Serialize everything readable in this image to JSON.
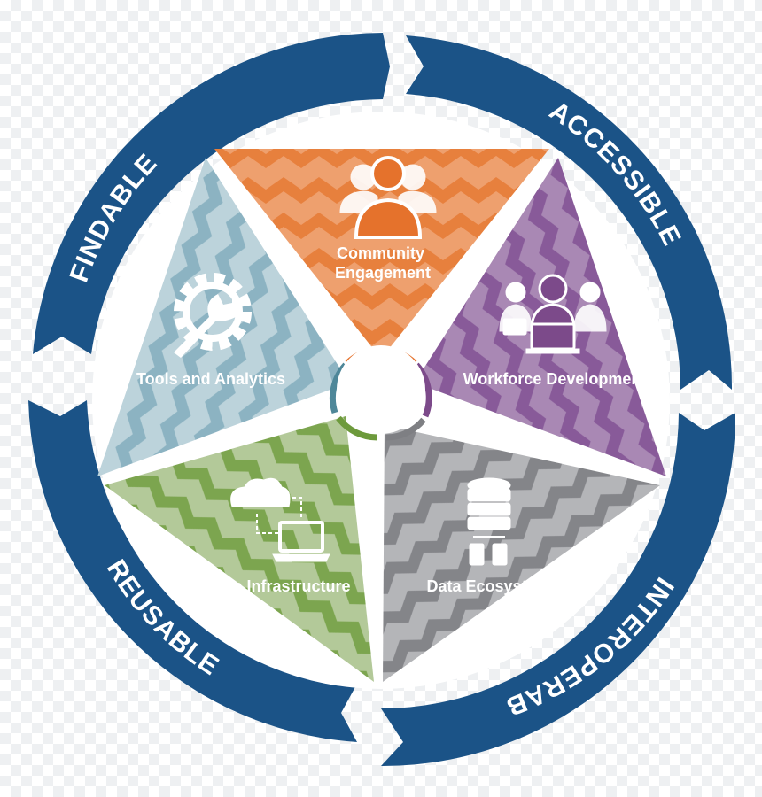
{
  "colors": {
    "ring": "#1b5387",
    "community": "#e5722c",
    "workforce": "#7c4a8a",
    "ecosystem": "#7e7f83",
    "infrastructure": "#6d9a3c",
    "tools": "#7fa8b6"
  },
  "ring": {
    "findable": "FINDABLE",
    "accessible": "ACCESSIBLE",
    "interoperable": "INTEROPERABLE",
    "reusable": "REUSABLE"
  },
  "segments": {
    "community": {
      "line1": "Community",
      "line2": "Engagement",
      "icon": "community-group-icon"
    },
    "workforce": {
      "label": "Workforce Development",
      "icon": "professionals-laptop-icon"
    },
    "ecosystem": {
      "label": "Data Ecosystem",
      "icon": "database-devices-icon"
    },
    "infrastructure": {
      "label": "Data Infrastructure",
      "icon": "cloud-laptop-icon"
    },
    "tools": {
      "label": "Tools and Analytics",
      "icon": "gear-wrench-icon"
    }
  }
}
